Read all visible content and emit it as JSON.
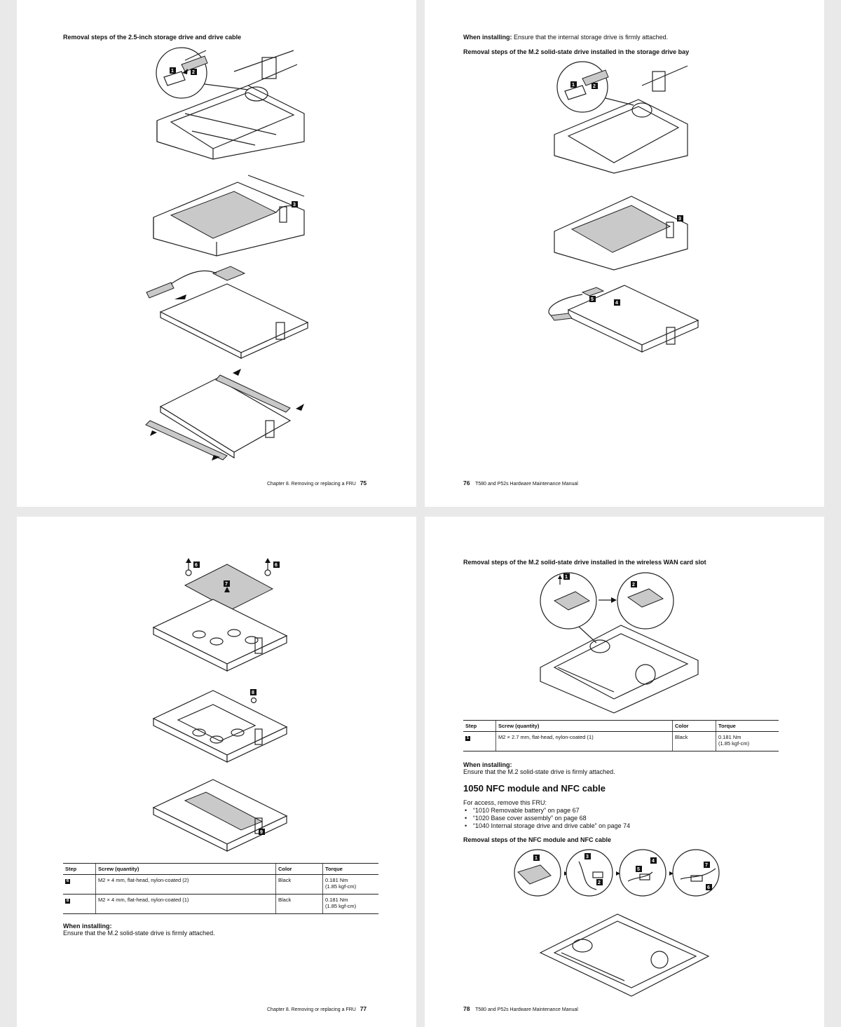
{
  "p75": {
    "heading": "Removal steps of the 2.5-inch storage drive and drive cable",
    "footer_chapter": "Chapter 8.  Removing or replacing a FRU",
    "page_number": "75",
    "callouts": [
      "1",
      "2",
      "3"
    ]
  },
  "p76": {
    "installing_label": "When installing:",
    "installing_text": " Ensure that the internal storage drive is firmly attached.",
    "heading": "Removal steps of the M.2 solid-state drive installed in the storage drive bay",
    "page_number": "76",
    "footer_title": "T580 and P52s Hardware Maintenance Manual",
    "callouts": [
      "1",
      "2",
      "3",
      "4",
      "5"
    ]
  },
  "p77": {
    "callouts": [
      "6",
      "6",
      "7",
      "8",
      "9"
    ],
    "table": {
      "headers": [
        "Step",
        "Screw (quantity)",
        "Color",
        "Torque"
      ],
      "rows": [
        {
          "step": "6",
          "screw": "M2 × 4 mm, flat-head, nylon-coated (2)",
          "color": "Black",
          "torque1": "0.181 Nm",
          "torque2": "(1.85 kgf-cm)"
        },
        {
          "step": "8",
          "screw": "M2 × 4 mm, flat-head, nylon-coated (1)",
          "color": "Black",
          "torque1": "0.181 Nm",
          "torque2": "(1.85 kgf-cm)"
        }
      ]
    },
    "installing_label": "When installing:",
    "installing_text": "Ensure that the M.2 solid-state drive is firmly attached.",
    "footer_chapter": "Chapter 8.  Removing or replacing a FRU",
    "page_number": "77"
  },
  "p78": {
    "heading": "Removal steps of the M.2 solid-state drive installed in the wireless WAN card slot",
    "callouts_top": [
      "1",
      "2"
    ],
    "table": {
      "headers": [
        "Step",
        "Screw (quantity)",
        "Color",
        "Torque"
      ],
      "rows": [
        {
          "step": "1",
          "screw": "M2 × 2.7 mm, flat-head, nylon-coated (1)",
          "color": "Black",
          "torque1": "0.181 Nm",
          "torque2": "(1.85 kgf-cm)"
        }
      ]
    },
    "installing_label": "When installing:",
    "installing_text": "Ensure that the M.2 solid-state drive is firmly attached.",
    "section_title": "1050 NFC module and NFC cable",
    "access_intro": "For access, remove this FRU:",
    "access_items": [
      "“1010 Removable battery” on page 67",
      "“1020 Base cover assembly” on page 68",
      "“1040 Internal storage drive and drive cable” on page 74"
    ],
    "nfc_heading": "Removal steps of the NFC module and NFC cable",
    "callouts_nfc": [
      "1",
      "2",
      "3",
      "4",
      "5",
      "6",
      "7"
    ],
    "page_number": "78",
    "footer_title": "T580 and P52s Hardware Maintenance Manual"
  }
}
